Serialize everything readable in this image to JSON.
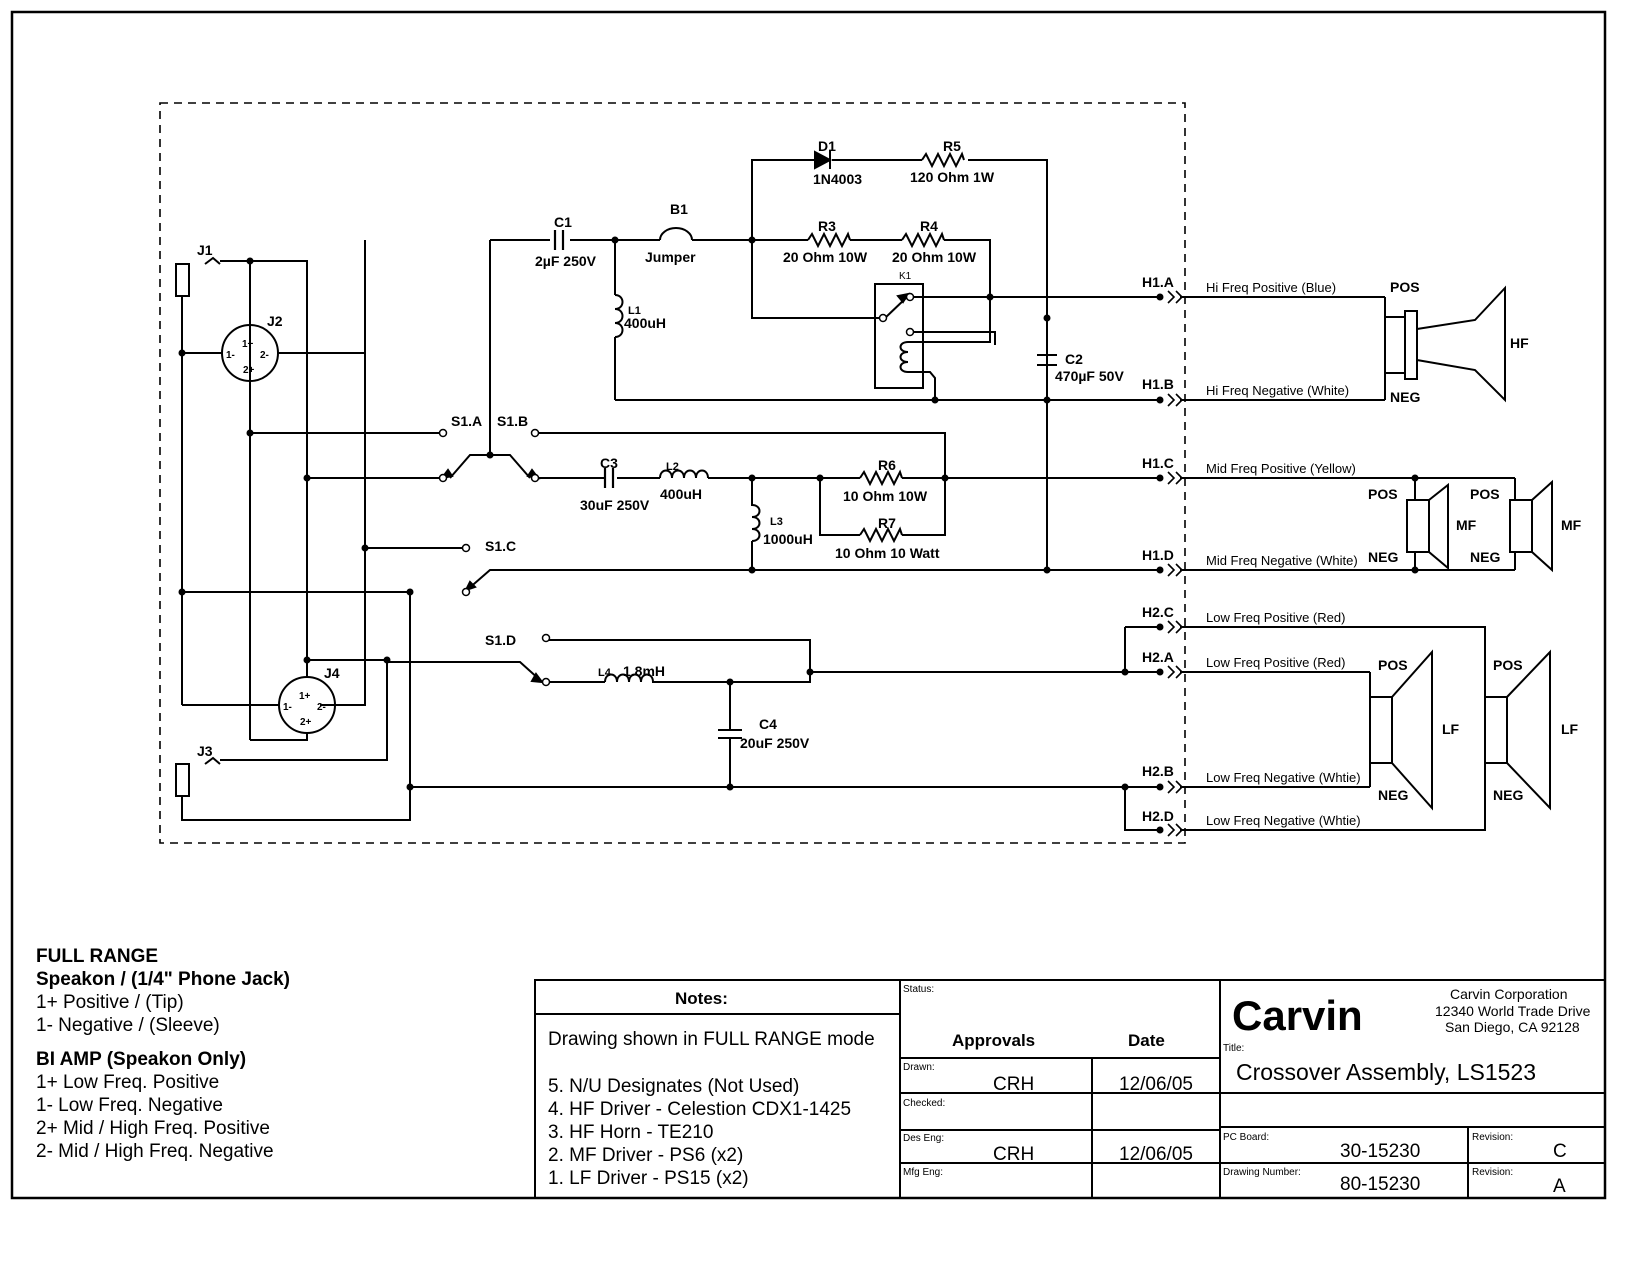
{
  "components": {
    "D1": {
      "ref": "D1",
      "value": "1N4003"
    },
    "R5": {
      "ref": "R5",
      "value": "120 Ohm 1W"
    },
    "B1": {
      "ref": "B1",
      "value": "Jumper"
    },
    "C1": {
      "ref": "C1",
      "value": "2µF 250V"
    },
    "R3": {
      "ref": "R3",
      "value": "20 Ohm 10W"
    },
    "R4": {
      "ref": "R4",
      "value": "20 Ohm 10W"
    },
    "K1": {
      "ref": "K1"
    },
    "L1": {
      "ref": "L1",
      "value": "400uH"
    },
    "C2": {
      "ref": "C2",
      "value": "470µF 50V"
    },
    "C3": {
      "ref": "C3",
      "value": "30uF 250V"
    },
    "L2": {
      "ref": "L2",
      "value": "400uH"
    },
    "R6": {
      "ref": "R6",
      "value": "10 Ohm 10W"
    },
    "R7": {
      "ref": "R7",
      "value": "10 Ohm 10 Watt"
    },
    "L3": {
      "ref": "L3",
      "value": "1000uH"
    },
    "L4": {
      "ref": "L4",
      "value": "1.8mH"
    },
    "C4": {
      "ref": "C4",
      "value": "20uF 250V"
    }
  },
  "jacks": {
    "J1": "J1",
    "J2": "J2",
    "J3": "J3",
    "J4": "J4",
    "pin1p": "1+",
    "pin1m": "1-",
    "pin2p": "2+",
    "pin2m": "2-"
  },
  "switches": {
    "S1A": "S1.A",
    "S1B": "S1.B",
    "S1C": "S1.C",
    "S1D": "S1.D"
  },
  "terminals": {
    "H1A": "H1.A",
    "H1B": "H1.B",
    "H1C": "H1.C",
    "H1D": "H1.D",
    "H2C": "H2.C",
    "H2A": "H2.A",
    "H2B": "H2.B",
    "H2D": "H2.D"
  },
  "wires": {
    "hf_pos": "Hi Freq Positive (Blue)",
    "hf_neg": "Hi Freq Negative (White)",
    "mf_pos": "Mid Freq Positive (Yellow)",
    "mf_neg": "Mid Freq Negative (White)",
    "lf_pos1": "Low Freq Positive (Red)",
    "lf_pos2": "Low Freq Positive (Red)",
    "lf_neg1": "Low Freq Negative (Whtie)",
    "lf_neg2": "Low Freq Negative (Whtie)"
  },
  "drivers": {
    "pos": "POS",
    "neg": "NEG",
    "hf": "HF",
    "mf": "MF",
    "lf": "LF"
  },
  "legend": {
    "h1": "FULL RANGE",
    "h2": "Speakon / (1/4\" Phone Jack)",
    "l1": "1+ Positive / (Tip)",
    "l2": "1- Negative / (Sleeve)",
    "h3": "BI AMP (Speakon Only)",
    "l3": "1+ Low Freq. Positive",
    "l4": "1-  Low Freq. Negative",
    "l5": "2+ Mid / High Freq. Positive",
    "l6": "2-  Mid / High Freq. Negative"
  },
  "notes": {
    "title": "Notes:",
    "mode": "Drawing shown in FULL RANGE mode",
    "items": [
      "5.  N/U Designates (Not Used)",
      "4.  HF Driver - Celestion CDX1-1425",
      "3.  HF Horn - TE210",
      "2.  MF Driver - PS6 (x2)",
      "1.  LF Driver - PS15 (x2)"
    ]
  },
  "titleblock": {
    "status_label": "Status:",
    "approvals": "Approvals",
    "date": "Date",
    "drawn_label": "Drawn:",
    "drawn_by": "CRH",
    "drawn_date": "12/06/05",
    "checked_label": "Checked:",
    "deseng_label": "Des Eng:",
    "deseng_by": "CRH",
    "deseng_date": "12/06/05",
    "mfgeng_label": "Mfg Eng:",
    "company_logo": "Carvin",
    "company": "Carvin Corporation",
    "addr1": "12340 World Trade Drive",
    "addr2": "San Diego, CA 92128",
    "title_label": "Title:",
    "title": "Crossover Assembly, LS1523",
    "pcb_label": "PC Board:",
    "pcb": "30-15230",
    "rev_label": "Revision:",
    "pcb_rev": "C",
    "dwg_label": "Drawing Number:",
    "dwg": "80-15230",
    "dwg_rev": "A"
  }
}
